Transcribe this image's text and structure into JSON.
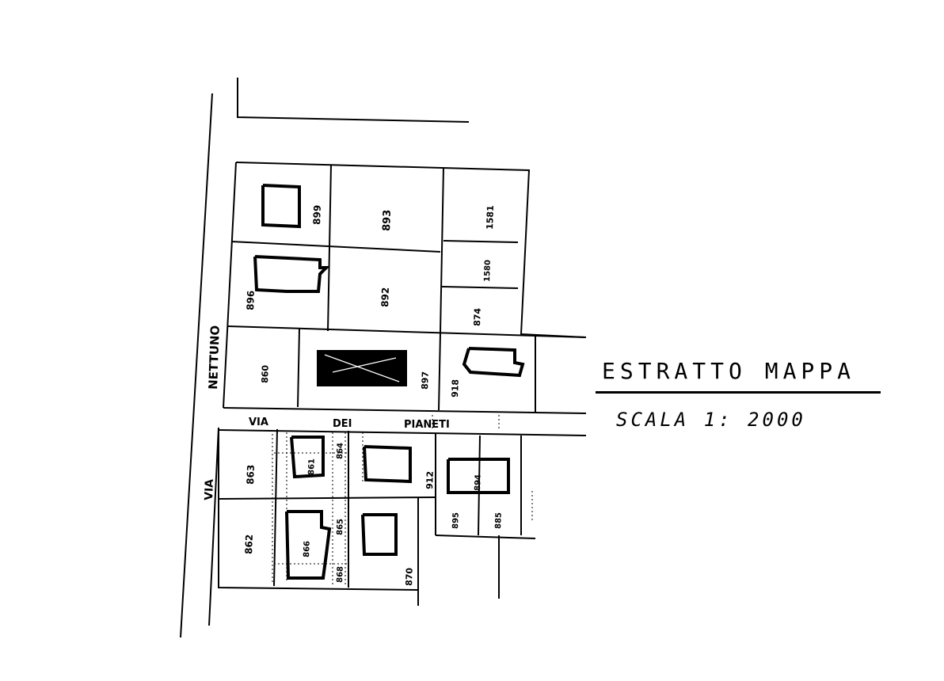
{
  "title": {
    "heading": "ESTRATTO MAPPA",
    "scale": "SCALA 1: 2000"
  },
  "streets": {
    "via_nettuno_top": "NETTUNO",
    "via_nettuno_bottom": "VIA",
    "via_pianeti": [
      "VIA",
      "DEI",
      "PIANETI"
    ]
  },
  "parcels": {
    "p899": "899",
    "p893": "893",
    "p1581": "1581",
    "p1580": "1580",
    "p896": "896",
    "p892": "892",
    "p874": "874",
    "p860": "860",
    "p897": "897",
    "p918": "918",
    "p863": "863",
    "p861": "861",
    "p864": "864",
    "p862": "862",
    "p866": "866",
    "p865": "865",
    "p868": "868",
    "p870": "870",
    "p912": "912",
    "p895": "895",
    "p894": "894",
    "p885": "885"
  }
}
